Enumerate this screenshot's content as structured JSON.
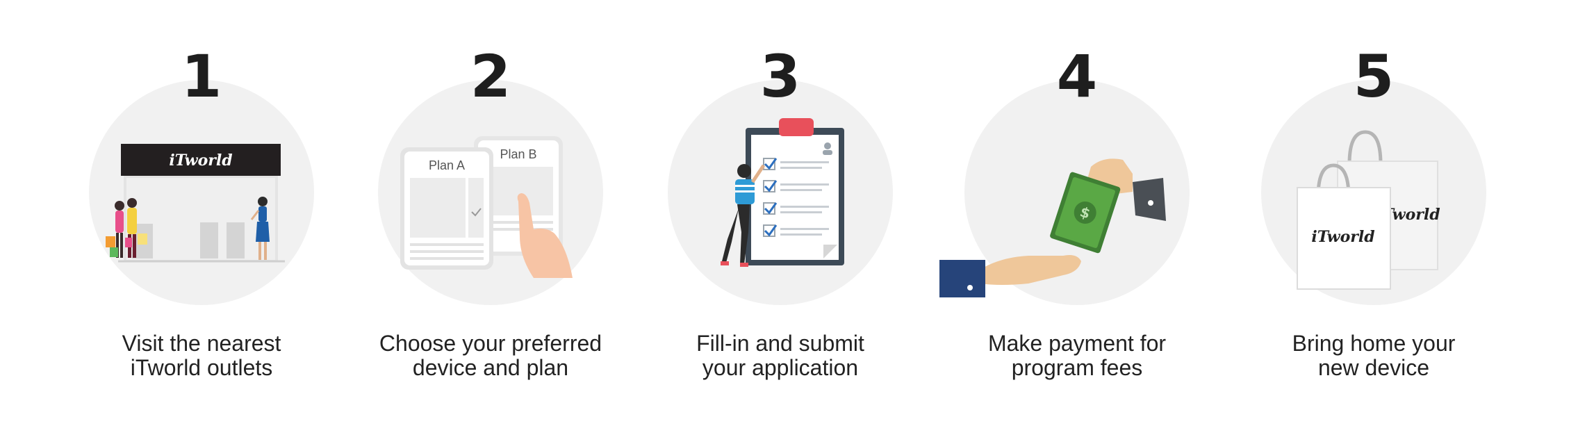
{
  "brand": {
    "logo_text": "iTworld"
  },
  "steps": [
    {
      "number": "1",
      "line1": "Visit the nearest",
      "line2": "iTworld outlets"
    },
    {
      "number": "2",
      "line1": "Choose your preferred",
      "line2": "device and plan",
      "plan_a": "Plan A",
      "plan_b": "Plan B"
    },
    {
      "number": "3",
      "line1": "Fill-in and submit",
      "line2": "your application"
    },
    {
      "number": "4",
      "line1": "Make payment for",
      "line2": "program fees"
    },
    {
      "number": "5",
      "line1": "Bring home your",
      "line2": "new device"
    }
  ],
  "colors": {
    "circle": "#f1f1f1",
    "number": "#1e1e1e",
    "text": "#222222",
    "accent_red": "#e8505b",
    "accent_blue": "#2c6fbf",
    "money_green": "#5aa845"
  }
}
